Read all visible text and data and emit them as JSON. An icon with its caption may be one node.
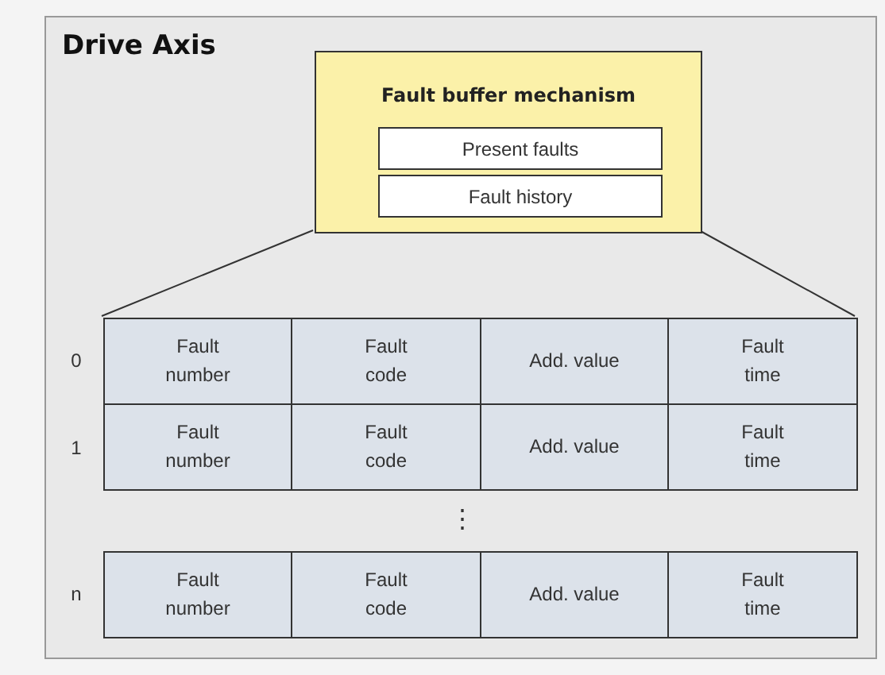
{
  "diagram": {
    "nodes": [
      {
        "text": [
          "Drive Axis"
        ]
      },
      {
        "text": [
          "Fault buffer mechanism"
        ],
        "in": 0
      },
      {
        "text": [
          "Present faults"
        ],
        "in": 1
      },
      {
        "text": [
          "Fault history"
        ],
        "in": 1
      },
      {
        "text": [
          "Fault number"
        ],
        "in": 0
      },
      {
        "text": [
          "Fault code"
        ],
        "in": 0
      },
      {
        "text": [
          "Add. value"
        ],
        "in": 0
      },
      {
        "text": [
          "Fault time"
        ],
        "in": 0
      },
      {
        "text": [
          "Fault number"
        ],
        "in": 0
      },
      {
        "text": [
          "Fault code"
        ],
        "in": 0
      },
      {
        "text": [
          "Add. value"
        ],
        "in": 0
      },
      {
        "text": [
          "Fault time"
        ],
        "in": 0
      },
      {
        "text": [
          "Fault number"
        ],
        "in": 0
      },
      {
        "text": [
          "Fault code"
        ],
        "in": 0
      },
      {
        "text": [
          "Add. value"
        ],
        "in": 0
      },
      {
        "text": [
          "Fault time"
        ],
        "in": 0
      }
    ],
    "edges": [
      {
        "from": 1,
        "to": 4,
        "arrow": "none"
      },
      {
        "from": 1,
        "to": 7,
        "arrow": "none"
      }
    ],
    "labels": [
      "0",
      "1",
      "⋮",
      "n"
    ]
  }
}
